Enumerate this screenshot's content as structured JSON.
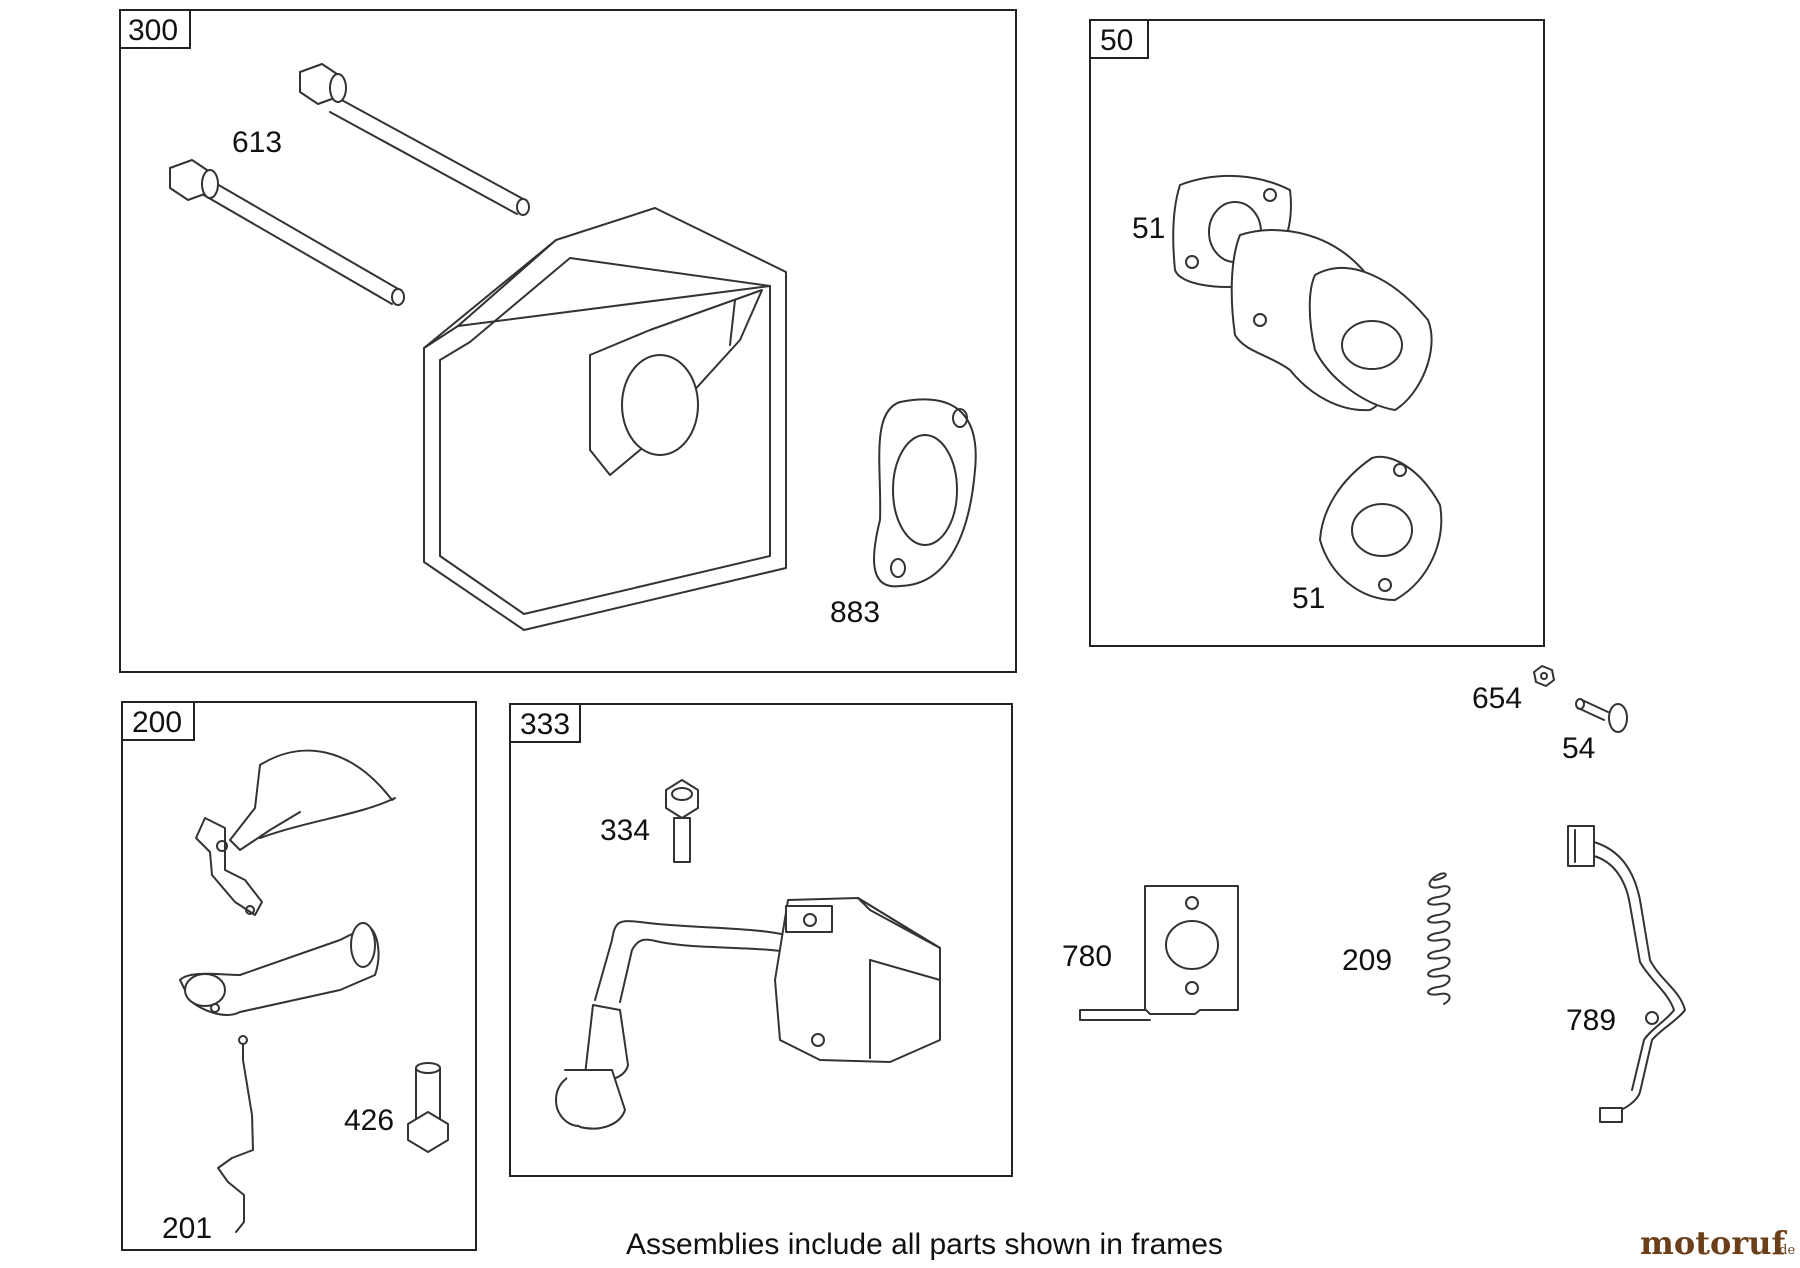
{
  "frames": {
    "f300": {
      "tag": "300",
      "labels": {
        "bolt": "613",
        "gasket": "883"
      }
    },
    "f50": {
      "tag": "50",
      "labels": {
        "gasket_top": "51",
        "gasket_bottom": "51"
      }
    },
    "f200": {
      "tag": "200",
      "labels": {
        "screw": "426",
        "link": "201"
      }
    },
    "f333": {
      "tag": "333",
      "labels": {
        "screw": "334"
      }
    }
  },
  "loose_parts": {
    "nut": "654",
    "screw": "54",
    "bracket": "780",
    "spring": "209",
    "harness": "789"
  },
  "caption": "Assemblies include all parts shown in frames",
  "brand": {
    "text": "motoruf",
    "suffix": ".de",
    "color": "#6b3f1a"
  }
}
